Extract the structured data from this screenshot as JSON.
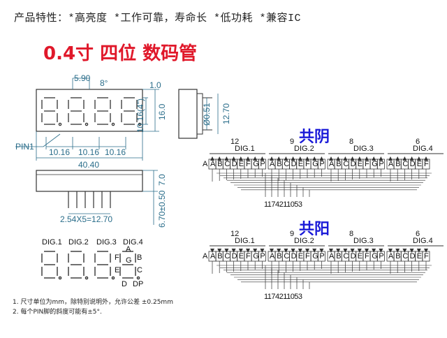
{
  "header": {
    "features": "产品特性：*高亮度 *工作可靠，寿命长 *低功耗 *兼容IC",
    "title": "0.4寸 四位 数码管"
  },
  "front_view": {
    "dims": [
      "5.90",
      "8°",
      "1.0",
      "10.16(4\")",
      "16.0",
      "10.16",
      "10.16",
      "10.16",
      "40.40"
    ],
    "pin1_label": "PIN1"
  },
  "side_view": {
    "dims": [
      "Ø0.51",
      "12.70"
    ]
  },
  "bottom_view": {
    "dims": [
      "7.0",
      "6.70±0.50",
      "2.54X5=12.70"
    ]
  },
  "digit_legend": {
    "digits": [
      "DIG.1",
      "DIG.2",
      "DIG.3",
      "DIG.4"
    ],
    "segments": [
      "A",
      "F",
      "G",
      "B",
      "E",
      "C",
      "D",
      "DP"
    ]
  },
  "common_cathode": {
    "label": "共阴",
    "digits": [
      "DIG.1",
      "DIG.2",
      "DIG.3",
      "DIG.4"
    ],
    "digit_pins": [
      "12",
      "9",
      "8",
      "6"
    ],
    "segment_labels": [
      "A",
      "B",
      "C",
      "D",
      "E",
      "F",
      "G",
      "DP"
    ],
    "bottom_pins": "11 7 4 2 1 10 5 3"
  },
  "common_anode": {
    "label": "共阳",
    "digits": [
      "DIG.1",
      "DIG.2",
      "DIG.3",
      "DIG.4"
    ],
    "digit_pins": [
      "12",
      "9",
      "8",
      "6"
    ],
    "segment_labels": [
      "A",
      "B",
      "C",
      "D",
      "E",
      "F",
      "G",
      "DP"
    ],
    "bottom_pins": "11 7 4 2 1 10 5 3"
  },
  "notes": [
    "1. 尺寸单位为mm，除特别说明外，允许公差 ±0.25mm",
    "2. 每个PIN脚的斜度可能有±5°."
  ],
  "colors": {
    "title": "#e0182a",
    "cc_ca_label": "#1a1ad8",
    "dimension": "#2a6d8a"
  }
}
